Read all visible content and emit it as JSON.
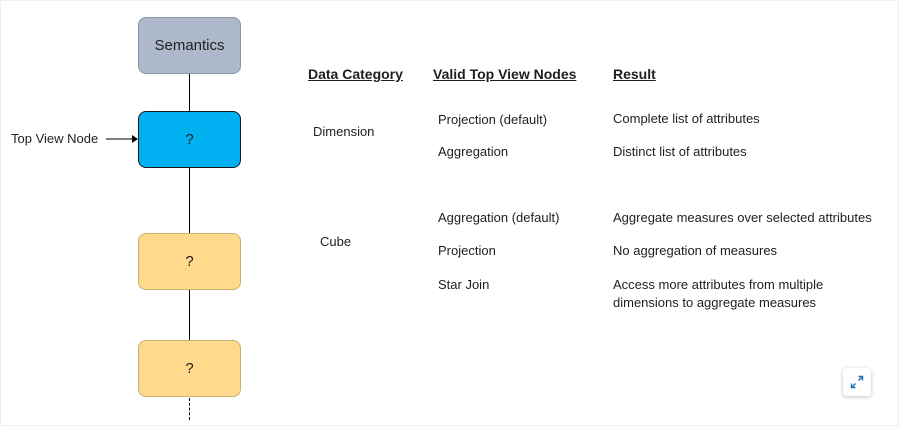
{
  "flow": {
    "semantics_label": "Semantics",
    "top_node_label": "?",
    "node2_label": "?",
    "node3_label": "?",
    "top_view_node_label": "Top View Node"
  },
  "table": {
    "headers": {
      "category": "Data Category",
      "nodes": "Valid Top View Nodes",
      "result": "Result"
    },
    "groups": [
      {
        "category": "Dimension",
        "rows": [
          {
            "node": "Projection (default)",
            "result": "Complete list of attributes"
          },
          {
            "node": "Aggregation",
            "result": "Distinct list of attributes"
          }
        ]
      },
      {
        "category": "Cube",
        "rows": [
          {
            "node": "Aggregation (default)",
            "result": "Aggregate measures over selected attributes"
          },
          {
            "node": "Projection",
            "result": "No aggregation of measures"
          },
          {
            "node": "Star Join",
            "result_line1": "Access more attributes from multiple",
            "result_line2": "dimensions to aggregate measures"
          }
        ]
      }
    ]
  },
  "colors": {
    "semantics": "#adb9ca",
    "top_view": "#00b0f0",
    "other_nodes": "#ffd98c"
  },
  "icons": {
    "expand": "expand-icon"
  }
}
